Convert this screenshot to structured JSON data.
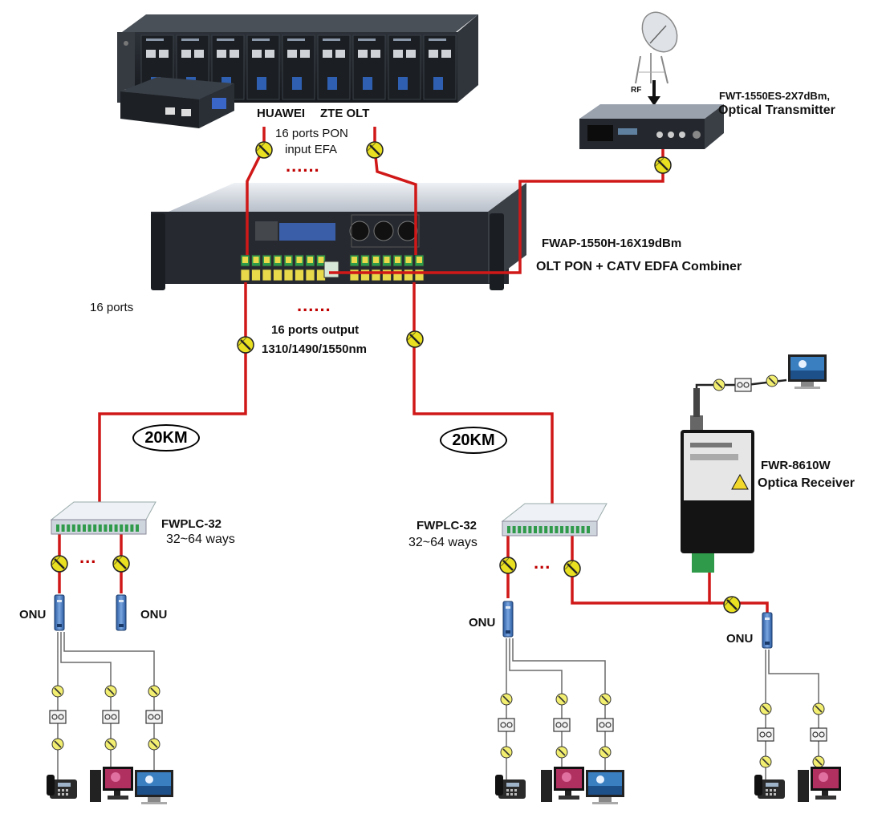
{
  "colors": {
    "fiber": "#d01818",
    "coax": "#222222",
    "connector": "#e8e020",
    "rack": "#1e2228",
    "edfa_body": "#262a30",
    "splitter": "#d9dee6",
    "onu": "#3f6fb8",
    "receiver": "#141414",
    "port_yellow": "#e7d94a",
    "port_green": "#2f9a4a"
  },
  "labels": {
    "olt_left": "HUAWEI",
    "olt_right": "ZTE OLT",
    "pon_input_line1": "16 ports PON",
    "pon_input_line2": "input EFA",
    "input_dots": "......",
    "transmitter_model": "FWT-1550ES-2X7dBm,",
    "transmitter_name": "Optical Transmitter",
    "rf": "RF",
    "edfa_model": "FWAP-1550H-16X19dBm",
    "edfa_name": "OLT PON + CATV EDFA Combiner",
    "sixteen_ports": "16 ports",
    "output_dots": "......",
    "output_line1": "16 ports output",
    "output_line2": "1310/1490/1550nm",
    "distance_left": "20KM",
    "distance_right": "20KM",
    "splitter_left_model": "FWPLC-32",
    "splitter_left_ways": "32~64 ways",
    "splitter_right_model": "FWPLC-32",
    "splitter_right_ways": "32~64 ways",
    "split_dots_left": "...",
    "split_dots_right": "...",
    "receiver_model": "FWR-8610W",
    "receiver_name": "Optica Receiver",
    "onu_1": "ONU",
    "onu_2": "ONU",
    "onu_3": "ONU",
    "onu_4": "ONU"
  },
  "icons": [
    "satellite-dish-icon",
    "rack-olt-icon",
    "edfa-combiner-icon",
    "optical-transmitter-icon",
    "plc-splitter-icon",
    "onu-icon",
    "optical-receiver-icon",
    "telephone-icon",
    "desktop-pc-icon",
    "tv-monitor-icon",
    "fiber-connector-icon",
    "wall-socket-icon"
  ]
}
